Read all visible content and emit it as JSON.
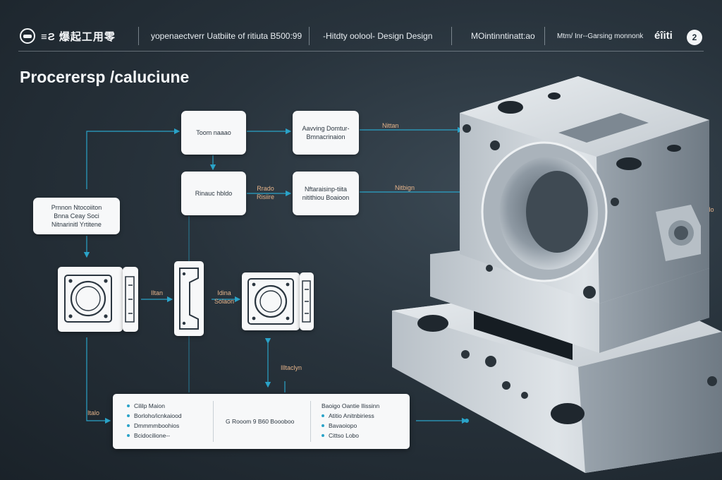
{
  "header": {
    "logo_text": "≡Ƨ 爆起工用零",
    "nav": [
      "yopenaectverr Uatbiite of ritiuta B500:99",
      "-Hitdty oolool- Design Design",
      "MOintinntinatt:ao",
      "Mtm/ Inr--Garsing monnonk"
    ],
    "brand_mark": "éîiti",
    "round_icon_glyph": "2"
  },
  "page_title": "Procerersp /caluciune",
  "flow": {
    "top_node": "Toom naaao",
    "top_right_node": "Aavving Domtur-\nBmnacrinaion",
    "mid_node": "Rinauc hbldo",
    "mid_right_node": "Nftaraisinp-tiita\nnitithiou Boaioon",
    "left_node": "Prnnon Ntocoiiton\nBnna Ceay Soci\nNitnarinitl Yrtitene",
    "label_mid": "Rrado\nRisiire",
    "label_arrow_1": "Iltan",
    "label_arrow_2": "Idina\nSolaon",
    "label_right_1": "Nittan",
    "label_right_2": "Nitbign",
    "label_right_3": "Mo",
    "label_vertical": "Illtaclyn",
    "label_left_bottom": "Italo"
  },
  "summary": {
    "col1": [
      "Cililp Maion",
      "Borloho/icnkaiood",
      "Dmmmmboohios",
      "Bcidocilione--"
    ],
    "col2": [
      "G Rooom  9 B60 Boooboo"
    ],
    "col3": [
      "Baoigo Oantie Ilissinn",
      "Atitio Anitnbiriess",
      "Bavaoiopo",
      "Cittso Lobo"
    ]
  },
  "colors": {
    "accent": "#2aa3c8",
    "label": "#e6b48a",
    "card": "#f7f8f9",
    "background": "#28333c"
  }
}
